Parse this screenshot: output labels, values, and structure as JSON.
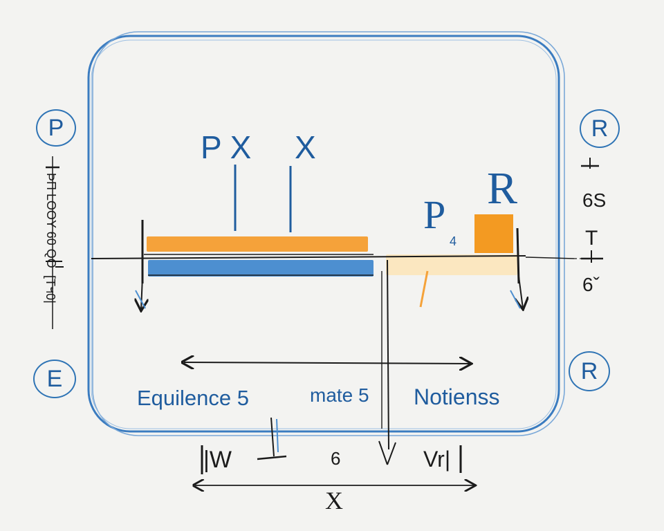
{
  "colors": {
    "background": "#f3f3f1",
    "ink_blue": "#1f5c9e",
    "frame_blue": "#3b7cc0",
    "bar_orange": "#f5a23a",
    "bar_blue": "#4d8fd0",
    "bar_cream": "#fbe7c0",
    "ink_dark": "#1b1b1b"
  },
  "corner_labels": {
    "top_left": "P",
    "top_right": "R",
    "bottom_left": "E",
    "bottom_right": "R"
  },
  "top_labels": {
    "px": "P X",
    "x": "X"
  },
  "right_block_labels": {
    "r": "R",
    "p": "P",
    "p_sub": "4"
  },
  "bottom_labels": {
    "left": "Equilence 5",
    "middle": "mate 5",
    "right": "Notienss"
  },
  "side_labels": {
    "left_vertical": "ÞΠ LOOY 60 QO",
    "left_bottom": "[Tฯ0|",
    "right_1": "6S",
    "right_2": "T",
    "right_3": "6ˇ"
  },
  "base_labels": {
    "left": "|W",
    "middle": "6",
    "right": "Vr|",
    "axis": "X"
  }
}
